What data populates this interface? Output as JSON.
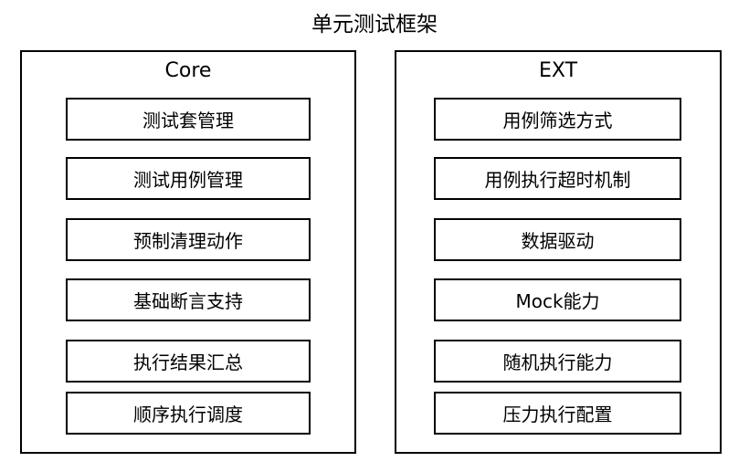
{
  "diagram": {
    "title": "单元测试框架",
    "colors": {
      "border": "#000000",
      "background": "#ffffff",
      "text": "#000000"
    },
    "columns": [
      {
        "label": "Core",
        "items": [
          "测试套管理",
          "测试用例管理",
          "预制清理动作",
          "基础断言支持",
          "执行结果汇总",
          "顺序执行调度"
        ]
      },
      {
        "label": "EXT",
        "items": [
          "用例筛选方式",
          "用例执行超时机制",
          "数据驱动",
          "Mock能力",
          "随机执行能力",
          "压力执行配置"
        ]
      }
    ]
  }
}
